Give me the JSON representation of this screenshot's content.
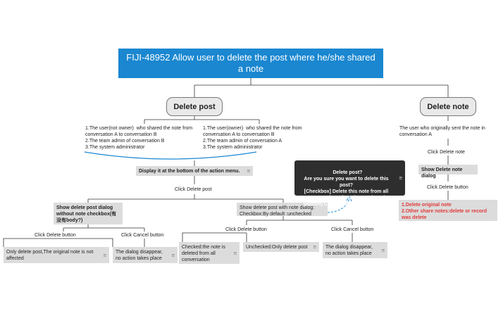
{
  "root": {
    "title": "FIJI-48952 Allow user to delete the post where he/she shared a note"
  },
  "branches": {
    "delete_post": "Delete post",
    "delete_note": "Delete note"
  },
  "post": {
    "case_not_owner": "1.The user(not owner)  who shared the note from conversation A to conversation B\n2.The team admin of conversation B\n3.The system administrator",
    "case_owner": "1.The user(owner)  who shared the note from conversation A to conversation B\n2.The team admin of conversation A\n3.The system administrator",
    "display_action": "Display it at the bottom of the action menu.",
    "click_delete_post": "Click Delete post",
    "dialog_no_checkbox": "Show delete post dialog without note checkbox(有没有body?)",
    "dialog_with_checkbox": "Show delete post with note dialog: Checkbox:By default :unchecked",
    "left_click_delete": "Click Delete button",
    "left_click_cancel": "Click Cancel button",
    "left_result_delete": "Only delete post,The original note is not affected",
    "left_result_cancel": "The dialog disappear, no action takes place",
    "right_click_delete": "Click Delete button",
    "right_click_cancel": "Click Cancel button",
    "checked_result": "Checked:the note is deleted from all conversation",
    "unchecked_result": "Unchecked:Only delete post",
    "right_result_cancel": "The dialog disappear, no action takes place",
    "callout": "Delete post?\nAre you sure you want to delete this post?\n[Checkbox] Delete this note from all conversation where it was shared.\n[Button] Cancel] [Red Button] Delete"
  },
  "note": {
    "original_sender": "The user who originally sent the note in conversation A",
    "click_delete_note": "Click Delete note",
    "show_dialog": "Show Delete note dialog",
    "click_delete_button": "Click Delete button",
    "result": "1.Delete original note\n2.Other share notes:delete or record was delete"
  },
  "icons": {
    "note": "notes-icon"
  },
  "colors": {
    "root_bg": "#1a87d0",
    "accent_red": "#e03a3a",
    "callout_bg": "#2e2e2e"
  }
}
